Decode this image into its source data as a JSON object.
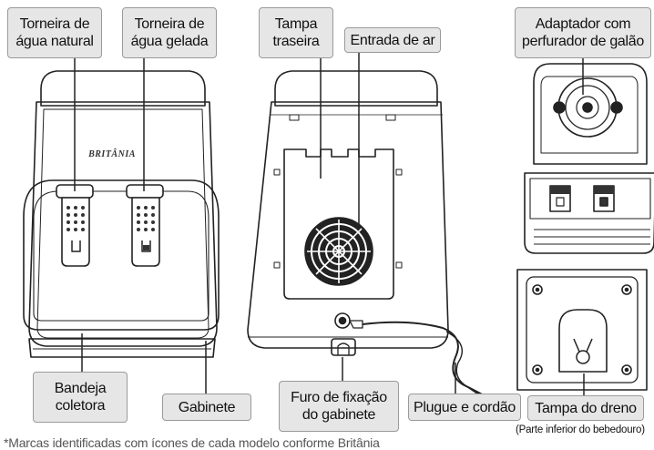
{
  "labels": {
    "torneira_natural": "Torneira de\nágua natural",
    "torneira_gelada": "Torneira de\nágua gelada",
    "tampa_traseira": "Tampa\ntraseira",
    "entrada_ar": "Entrada de ar",
    "adaptador": "Adaptador com\nperfurador de galão",
    "bandeja": "Bandeja\ncoletora",
    "gabinete": "Gabinete",
    "furo": "Furo de fixação\ndo gabinete",
    "plugue": "Plugue e cordão",
    "tampa_dreno": "Tampa do dreno"
  },
  "brand": "BRITÂNIA",
  "bottom_note": "(Parte inferior do bebedouro)",
  "footnote": "*Marcas identificadas com ícones de cada modelo conforme Britânia"
}
